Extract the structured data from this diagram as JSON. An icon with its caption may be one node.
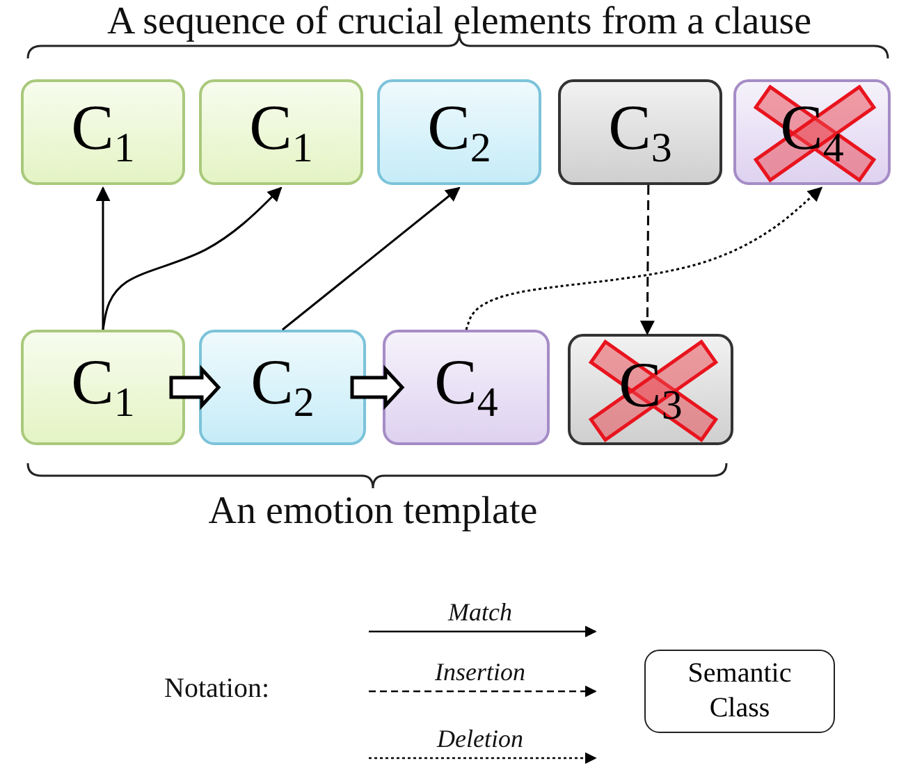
{
  "diagram": {
    "nodes": [
      {
        "text": [
          "C$_{1}$"
        ]
      },
      {
        "text": [
          "C$_{1}$"
        ]
      },
      {
        "text": [
          "C$_{2}$"
        ]
      },
      {
        "text": [
          "C$_{3}$"
        ]
      },
      {
        "text": [
          "C$_{4}$"
        ]
      },
      {
        "text": [
          "C$_{1}$"
        ]
      },
      {
        "text": [
          "C$_{2}$"
        ]
      },
      {
        "text": [
          "C$_{4}$"
        ]
      },
      {
        "text": [
          "C$_{3}$"
        ]
      },
      {
        "text": [
          "Semantic Class"
        ]
      }
    ],
    "edges": [
      {
        "from": 5,
        "to": 0,
        "arrow": "to"
      },
      {
        "from": 5,
        "to": 1,
        "arrow": "to"
      },
      {
        "from": 6,
        "to": 2,
        "arrow": "to"
      },
      {
        "from": 3,
        "to": 8,
        "arrow": "to",
        "style": "dashed"
      },
      {
        "from": 7,
        "to": 4,
        "arrow": "to",
        "style": "dashed"
      },
      {
        "from": 5,
        "to": 6,
        "arrow": "to",
        "style": "thick"
      },
      {
        "from": 6,
        "to": 7,
        "arrow": "to",
        "style": "thick"
      }
    ],
    "labels": [
      "A sequence of crucial elements from a clause",
      "An emotion template",
      "Notation:"
    ],
    "legend": [
      {
        "text": "Match"
      },
      {
        "text": "Insertion"
      },
      {
        "text": "Deletion"
      }
    ]
  }
}
